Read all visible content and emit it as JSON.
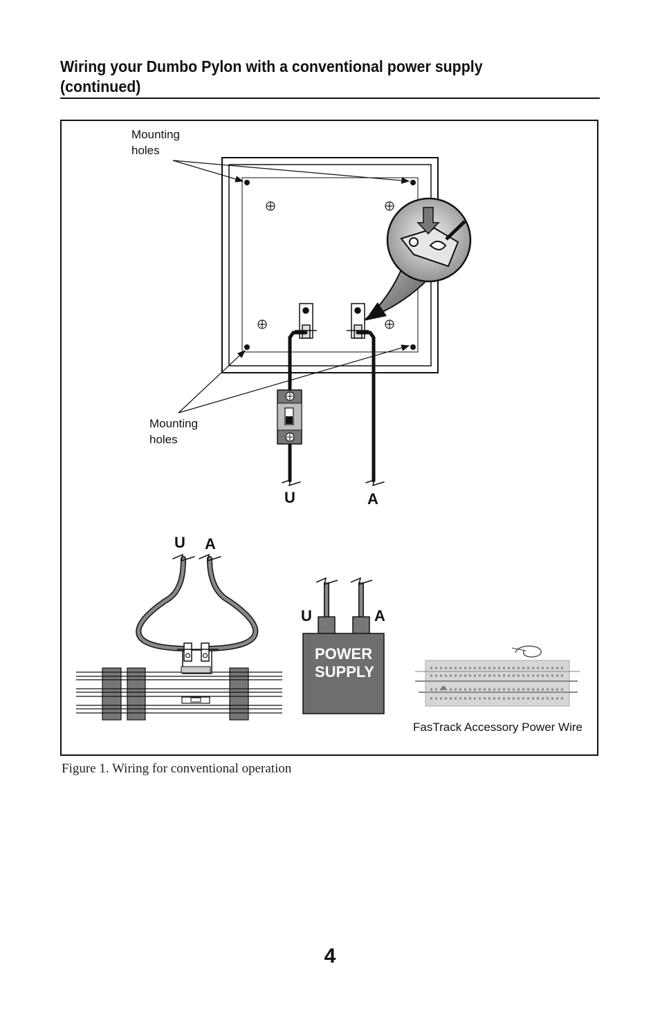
{
  "heading": {
    "line1": "Wiring your Dumbo Pylon with a conventional power supply",
    "line2": "(continued)"
  },
  "figure": {
    "labels": {
      "mounting_holes_top": [
        "Mounting",
        "holes"
      ],
      "mounting_holes_bottom": [
        "Mounting",
        "holes"
      ],
      "u": "U",
      "a": "A",
      "power_supply": [
        "POWER",
        "SUPPLY"
      ],
      "fastrack": "FasTrack Accessory Power Wire"
    },
    "caption": "Figure 1. Wiring for conventional operation"
  },
  "page_number": "4"
}
